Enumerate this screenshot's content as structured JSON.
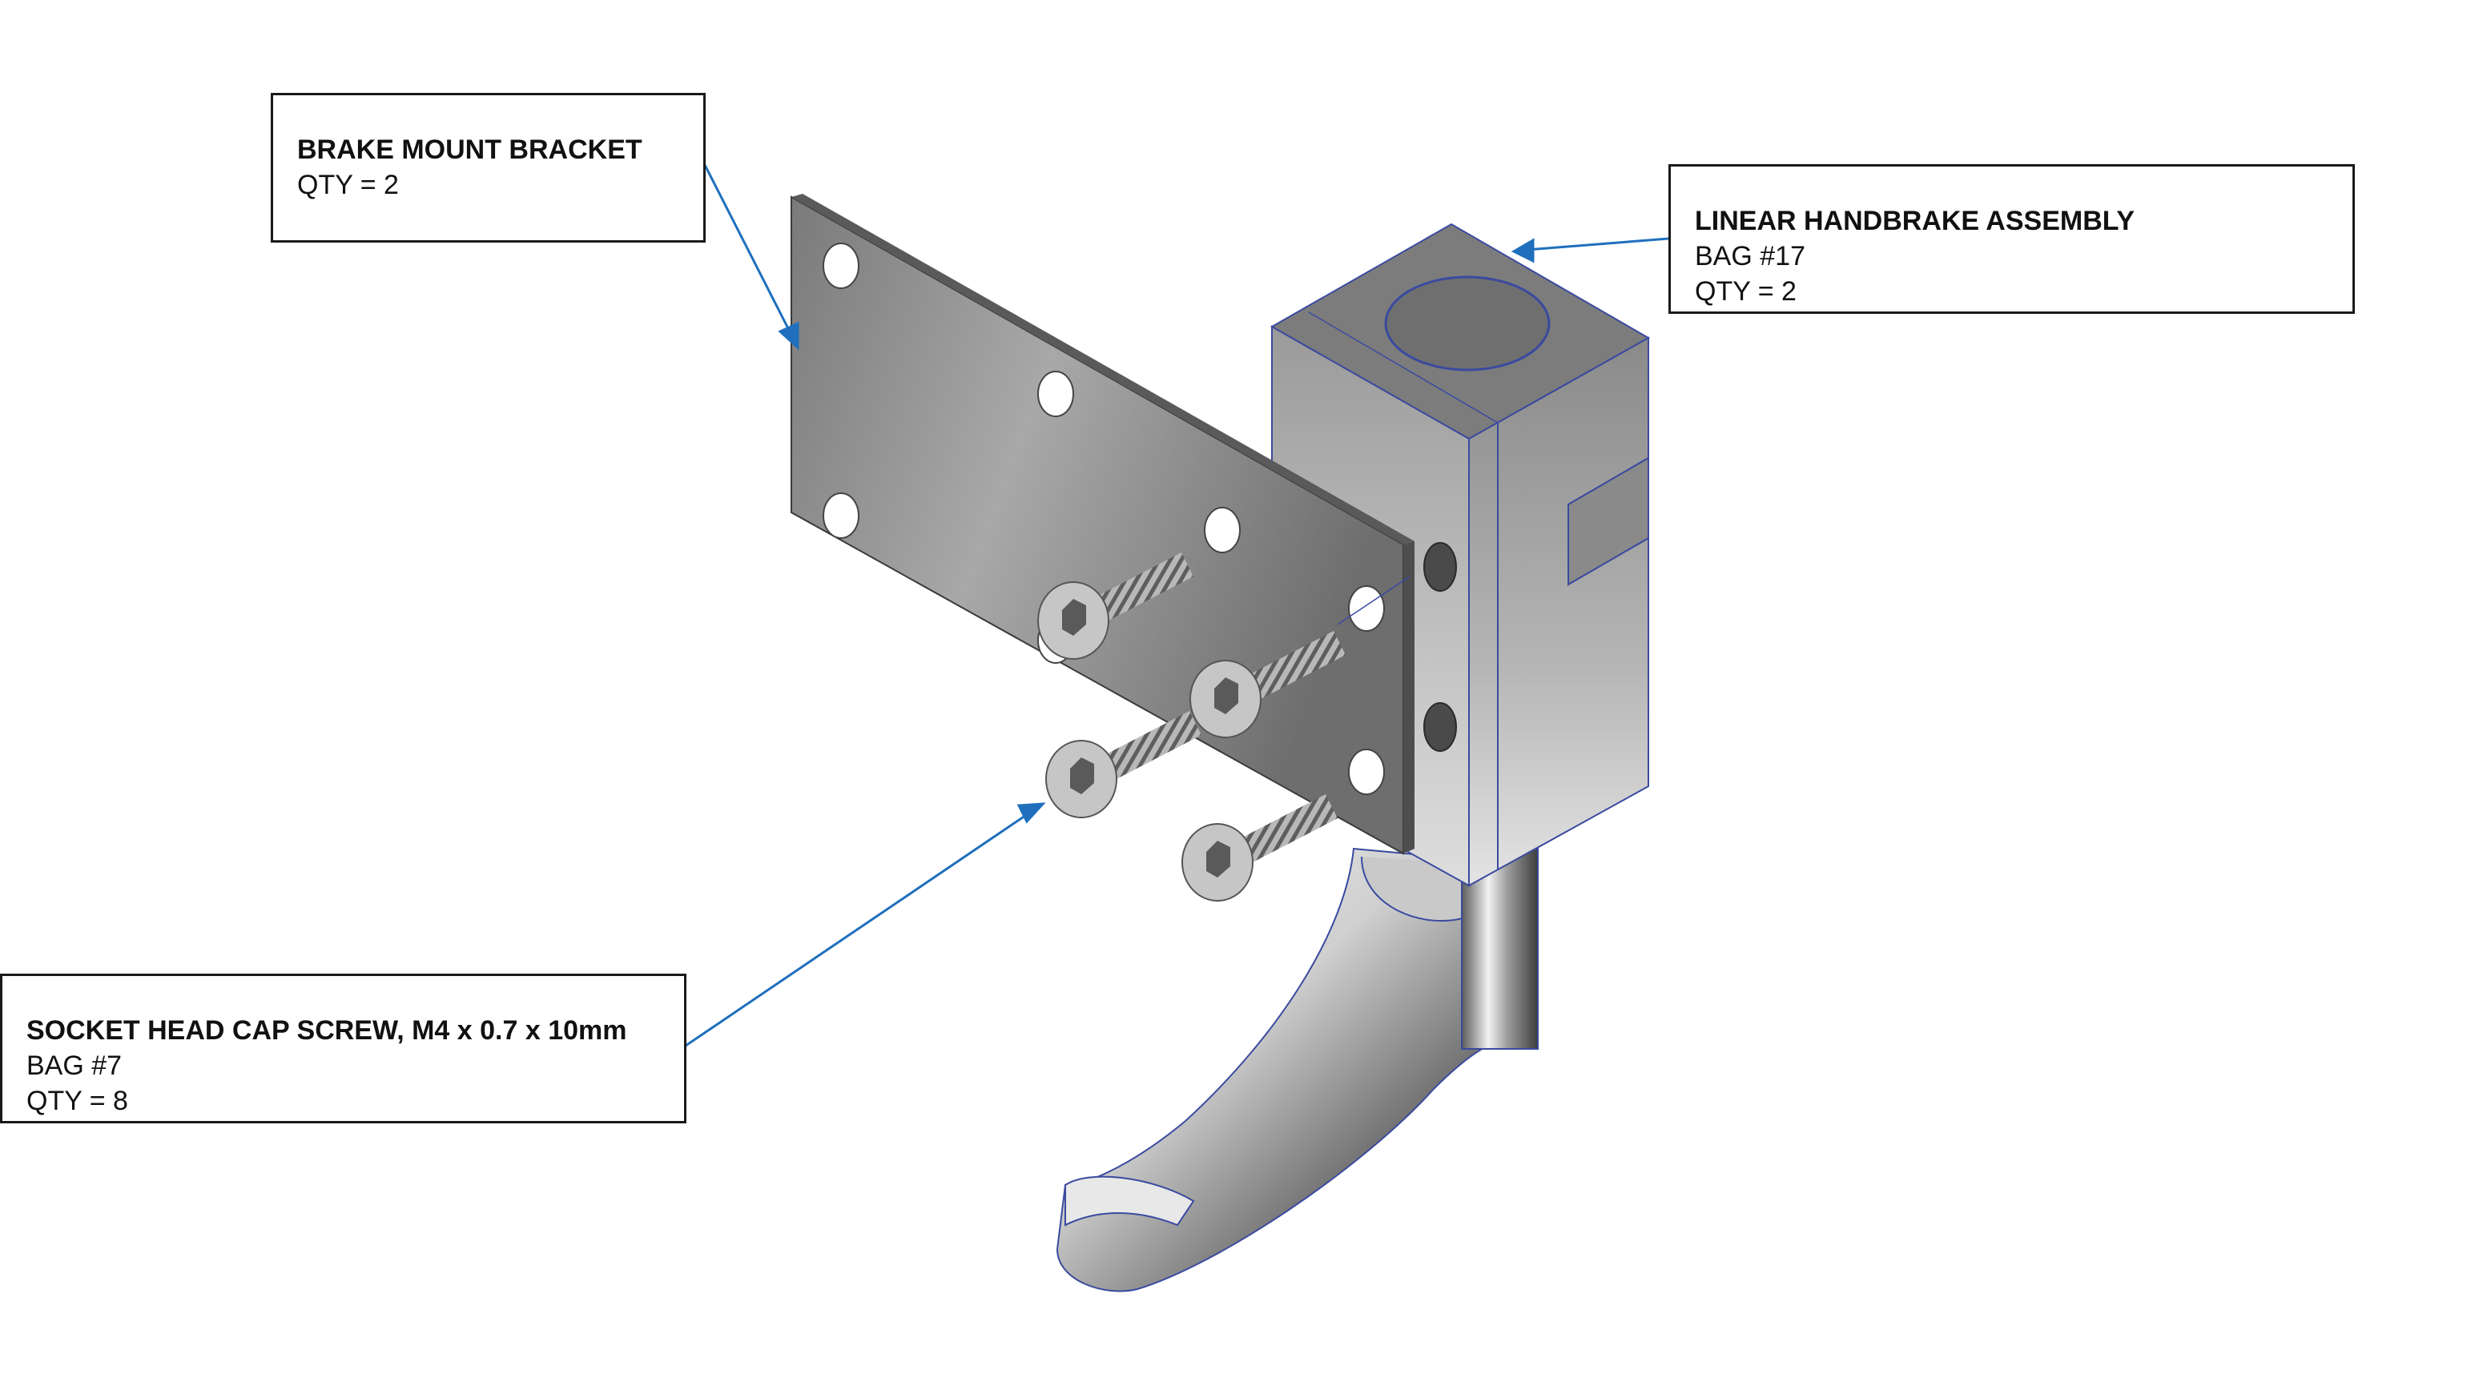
{
  "callouts": {
    "bracket": {
      "title": "BRAKE MOUNT BRACKET",
      "qty": "QTY = 2"
    },
    "handbrake": {
      "title": "LINEAR HANDBRAKE ASSEMBLY",
      "bag": "BAG #17",
      "qty": "QTY = 2"
    },
    "screw": {
      "title": "SOCKET HEAD CAP SCREW, M4 x 0.7 x 10mm",
      "bag": "BAG #7",
      "qty": "QTY = 8"
    }
  },
  "colors": {
    "leader": "#1f6fbd",
    "edge": "#3a4aa0",
    "metal": "#8e8e8e"
  },
  "icons": [
    "bracket-plate",
    "handbrake-body",
    "handbrake-lever",
    "cap-screw"
  ]
}
